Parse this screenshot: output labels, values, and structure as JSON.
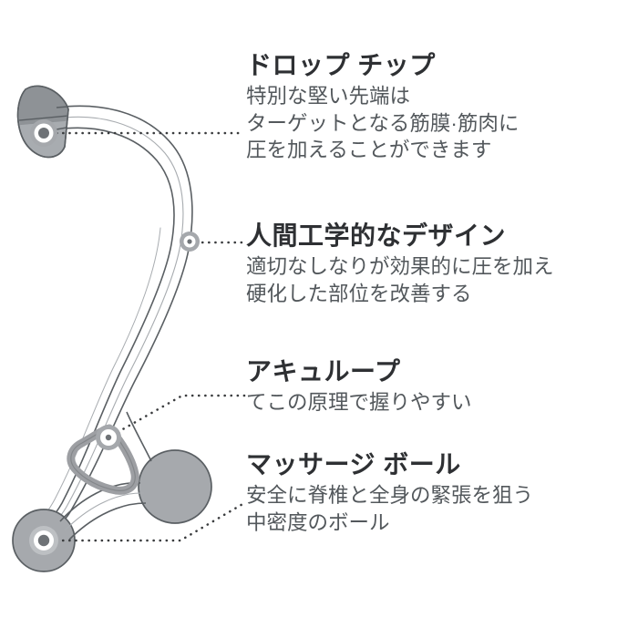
{
  "page": {
    "background_color": "#ffffff",
    "title_color": "#2e3033",
    "body_color": "#53585c"
  },
  "product": {
    "name": "massage-hook-tool",
    "palette": {
      "outline": "#5a5f63",
      "thin_line": "#9aa0a5",
      "tip_dark": "#8e9296",
      "tip_light": "#a8acb0",
      "ball_fill": "#a6a9ad",
      "loop_gray": "#9d9fa3",
      "marker_ring": "#a5a8ac",
      "marker_inner": "#ffffff",
      "marker_core": "#6e7276",
      "leader_dots": "#3a3c3e"
    },
    "parts": [
      {
        "id": "drop-tip",
        "label": "ドロップ チップ"
      },
      {
        "id": "shaft",
        "label": "人間工学的なデザイン"
      },
      {
        "id": "accu-loop",
        "label": "アキュループ"
      },
      {
        "id": "massage-ball",
        "label": "マッサージ ボール"
      }
    ]
  },
  "callouts": [
    {
      "id": "drop-tip",
      "title": "ドロップ チップ",
      "body": "特別な堅い先端は\nターゲットとなる筋膜·筋肉に\n圧を加えることができます"
    },
    {
      "id": "ergonomic-design",
      "title": "人間工学的なデザイン",
      "body": "適切なしなりが効果的に圧を加え\n硬化した部位を改善する"
    },
    {
      "id": "accu-loop",
      "title": "アキュループ",
      "body": "てこの原理で握りやすい"
    },
    {
      "id": "massage-ball",
      "title": "マッサージ ボール",
      "body": "安全に脊椎と全身の緊張を狙う\n中密度のボール"
    }
  ]
}
